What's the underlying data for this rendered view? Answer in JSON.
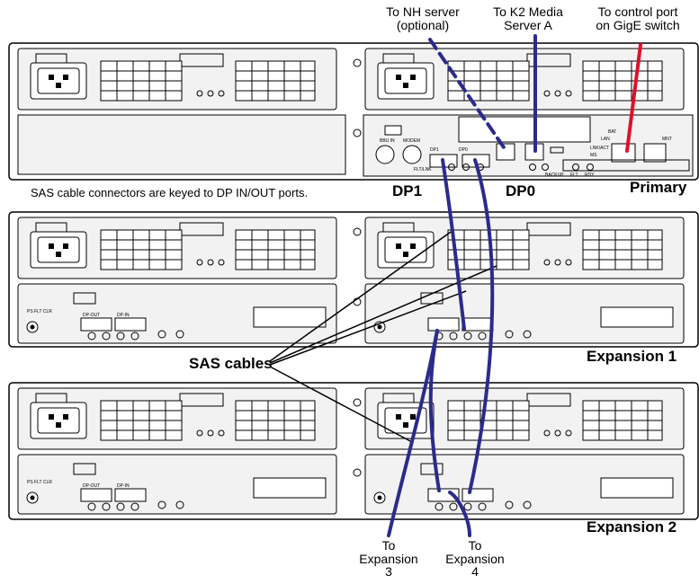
{
  "labels": {
    "nh_server": "To NH server\n(optional)",
    "k2_media": "To K2 Media\nServer A",
    "control_port": "To control port\non GigE switch",
    "sas_note": "SAS cable connectors are keyed to DP IN/OUT ports.",
    "dp1": "DP1",
    "dp0": "DP0",
    "primary": "Primary",
    "sas_cables": "SAS cables",
    "expansion1": "Expansion 1",
    "expansion2": "Expansion 2",
    "to_exp3": "To\nExpansion\n3",
    "to_exp4": "To\nExpansion\n4"
  },
  "panel_text": {
    "bbu_in": "BBU IN",
    "modem": "MODEM",
    "dp1_port": "DP1",
    "dp0_port": "DP0",
    "flt_lnk": "FLT/LNK",
    "bat": "BAT",
    "lan": "LAN",
    "lnk_act": "LNK/ACT",
    "ms": "MS",
    "mnt": "MNT",
    "backup": "BACKUP",
    "flt": "FLT",
    "rdy": "RDY",
    "ps_flt_clr": "PS\nFLT CLR",
    "dp_out": "DP-OUT",
    "dp_in": "DP-IN"
  },
  "colors": {
    "sas_cable": "#2b2b8c",
    "control_cable": "#e0102a",
    "chassis_fill": "#f2f2f2",
    "chassis_stroke": "#000000"
  },
  "icons": [
    "power-inlet-icon",
    "ethernet-port-icon",
    "serial-port-icon",
    "sas-port-icon",
    "led-icon"
  ]
}
